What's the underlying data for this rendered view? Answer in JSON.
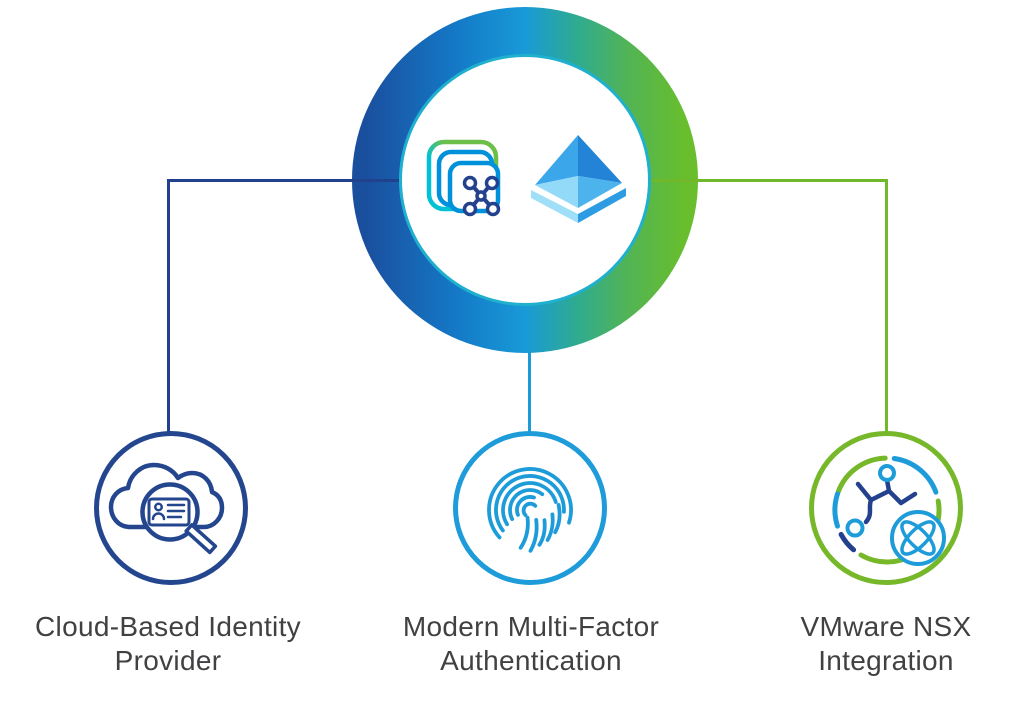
{
  "background": "#ffffff",
  "text_color": "#414042",
  "hub": {
    "icons": [
      "workspace-one-intelligence-icon",
      "azure-active-directory-icon"
    ],
    "ring_gradient": [
      "#1a4f9e",
      "#189ad7",
      "#68be2d"
    ],
    "inner_rim_color": "#1fb0cf"
  },
  "connectors": {
    "left_color": "#21418d",
    "center_color": "#1d9ad8",
    "right_color": "#72b82b"
  },
  "nodes": [
    {
      "id": "cloud-based-identity-provider",
      "icon": "cloud-identity-search-icon",
      "ring_color": "#24468e",
      "label_line1": "Cloud-Based Identity",
      "label_line2": "Provider"
    },
    {
      "id": "modern-multi-factor-authentication",
      "icon": "fingerprint-icon",
      "ring_color": "#1e9cd9",
      "label_line1": "Modern Multi-Factor",
      "label_line2": "Authentication"
    },
    {
      "id": "vmware-nsx-integration",
      "icon": "nsx-network-globe-icon",
      "ring_color": "#76b82a",
      "label_line1": "VMware NSX",
      "label_line2": "Integration"
    }
  ]
}
